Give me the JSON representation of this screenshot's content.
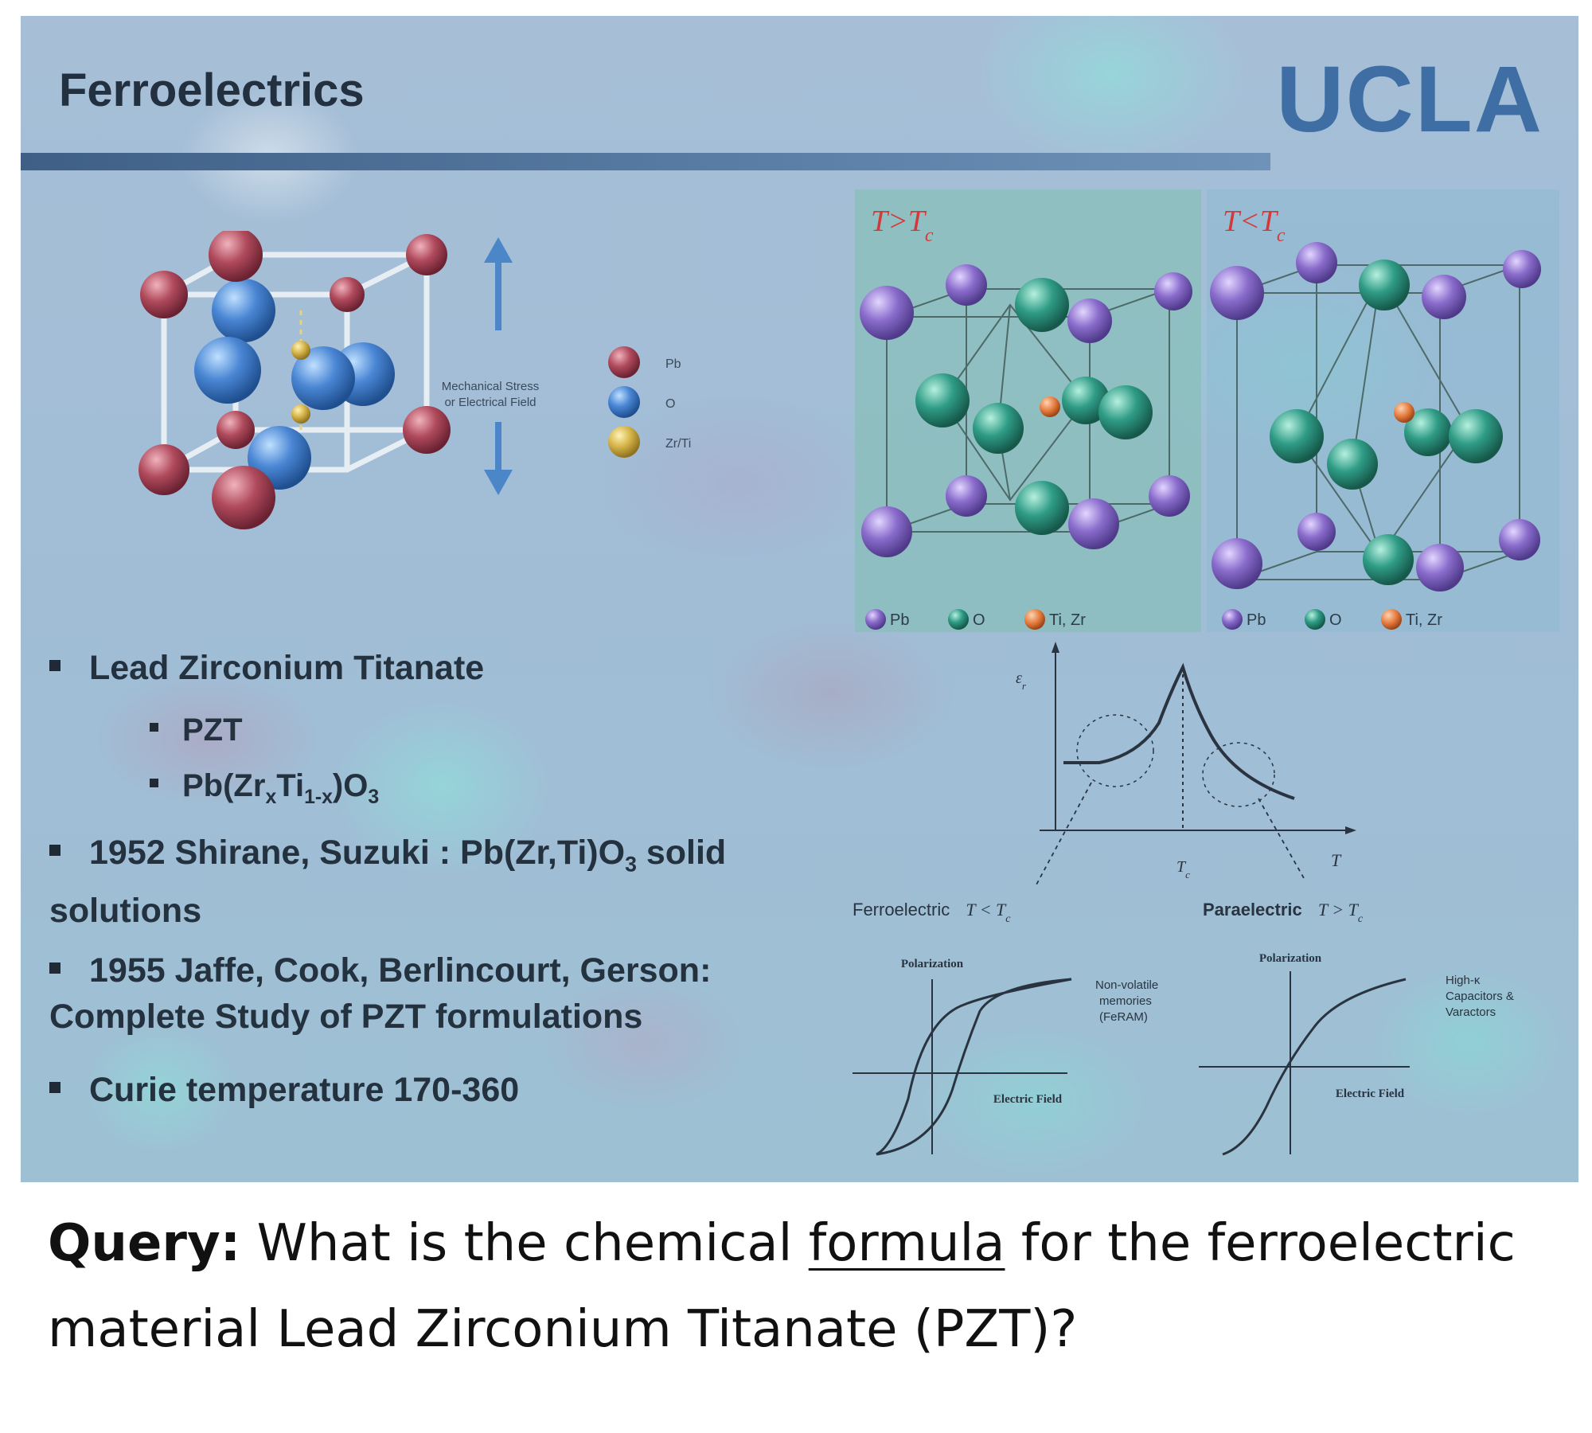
{
  "slide": {
    "title": "Ferroelectrics",
    "logo_text": "UCLA",
    "accent_color": "#3e6ea4",
    "text_color": "#24313f"
  },
  "crystal_figure": {
    "arrow_label_line1": "Mechanical Stress",
    "arrow_label_line2": "or Electrical Field",
    "legend": [
      {
        "label": "Pb",
        "color": "#b04a5c"
      },
      {
        "label": "O",
        "color": "#4a86d4"
      },
      {
        "label": "Zr/Ti",
        "color": "#d7b64a"
      }
    ]
  },
  "structure_panels": {
    "left_label": "T>T",
    "left_label_sub": "c",
    "right_label": "T<T",
    "right_label_sub": "c",
    "label_color": "#d23a3a",
    "legend": [
      {
        "label": "Pb",
        "color": "#8a6ccc"
      },
      {
        "label": "O",
        "color": "#2f9c86"
      },
      {
        "label": "Ti, Zr",
        "color": "#e2773a"
      }
    ]
  },
  "curve_figure": {
    "y_axis_label": "ε",
    "y_axis_sub": "r",
    "x_axis_label": "T",
    "tc_label": "T",
    "tc_sub": "c"
  },
  "hysteresis_figure": {
    "ferro_title": "Ferroelectric",
    "ferro_condition": "T < T",
    "ferro_condition_sub": "c",
    "para_title": "Paraelectric",
    "para_condition": "T > T",
    "para_condition_sub": "c",
    "y_axis_label": "Polarization",
    "x_axis_label": "Electric Field",
    "ferro_note": [
      "Non-volatile",
      "memories",
      "(FeRAM)"
    ],
    "para_note": [
      "High-κ",
      "Capacitors &",
      "Varactors"
    ]
  },
  "bullets": {
    "b1": "Lead Zirconium Titanate",
    "b1_sub1": "PZT",
    "b1_sub2": {
      "p1": "Pb(Zr",
      "s1": "x",
      "p2": "Ti",
      "s2": "1-x",
      "p3": ")O",
      "s3": "3"
    },
    "b2": {
      "p1": "1952 Shirane, Suzuki : Pb(Zr,Ti)O",
      "s1": "3",
      "p2": " solid",
      "line2": "solutions"
    },
    "b3": {
      "line1": "1955  Jaffe, Cook, Berlincourt, Gerson:",
      "line2": "Complete Study of PZT formulations"
    },
    "b4": "Curie temperature 170-360"
  },
  "query": {
    "label": "Query:",
    "text_before": "What is the chemical",
    "underlined": "formula",
    "text_after": "for the ferroelectric material Lead Zirconium Titanate (PZT)?"
  }
}
